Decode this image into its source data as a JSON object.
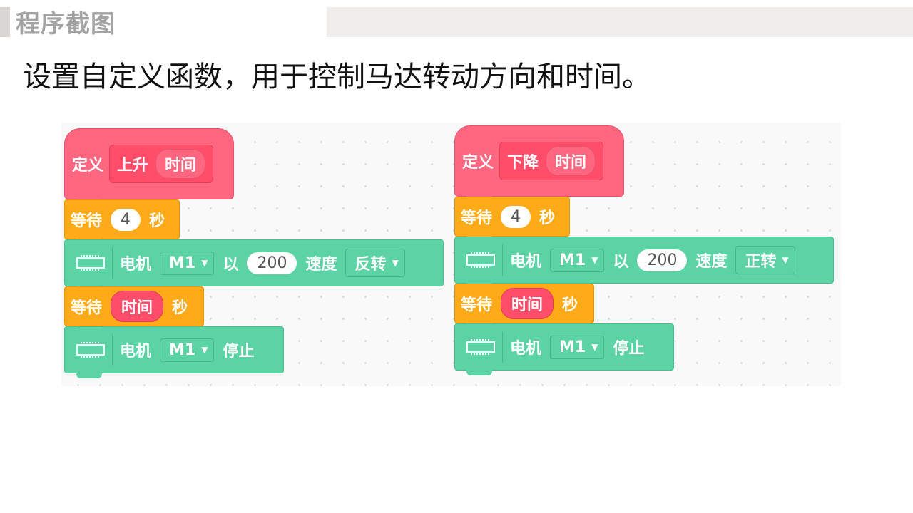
{
  "header": {
    "title": "程序截图"
  },
  "subtitle": "设置自定义函数，用于控制马达转动方向和时间。",
  "scripts": [
    {
      "define_label": "定义",
      "func_name": "上升",
      "param": "时间",
      "wait1": {
        "label": "等待",
        "value": "4",
        "unit": "秒"
      },
      "motor1": {
        "label": "电机",
        "port": "M1",
        "with": "以",
        "speed": "200",
        "speed_label": "速度",
        "direction": "反转"
      },
      "wait2": {
        "label": "等待",
        "param": "时间",
        "unit": "秒"
      },
      "motor2": {
        "label": "电机",
        "port": "M1",
        "action": "停止"
      }
    },
    {
      "define_label": "定义",
      "func_name": "下降",
      "param": "时间",
      "wait1": {
        "label": "等待",
        "value": "4",
        "unit": "秒"
      },
      "motor1": {
        "label": "电机",
        "port": "M1",
        "with": "以",
        "speed": "200",
        "speed_label": "速度",
        "direction": "正转"
      },
      "wait2": {
        "label": "等待",
        "param": "时间",
        "unit": "秒"
      },
      "motor2": {
        "label": "电机",
        "port": "M1",
        "action": "停止"
      }
    }
  ],
  "colors": {
    "define": "#ff6680",
    "wait": "#ffab19",
    "motor": "#5cd3a5"
  }
}
